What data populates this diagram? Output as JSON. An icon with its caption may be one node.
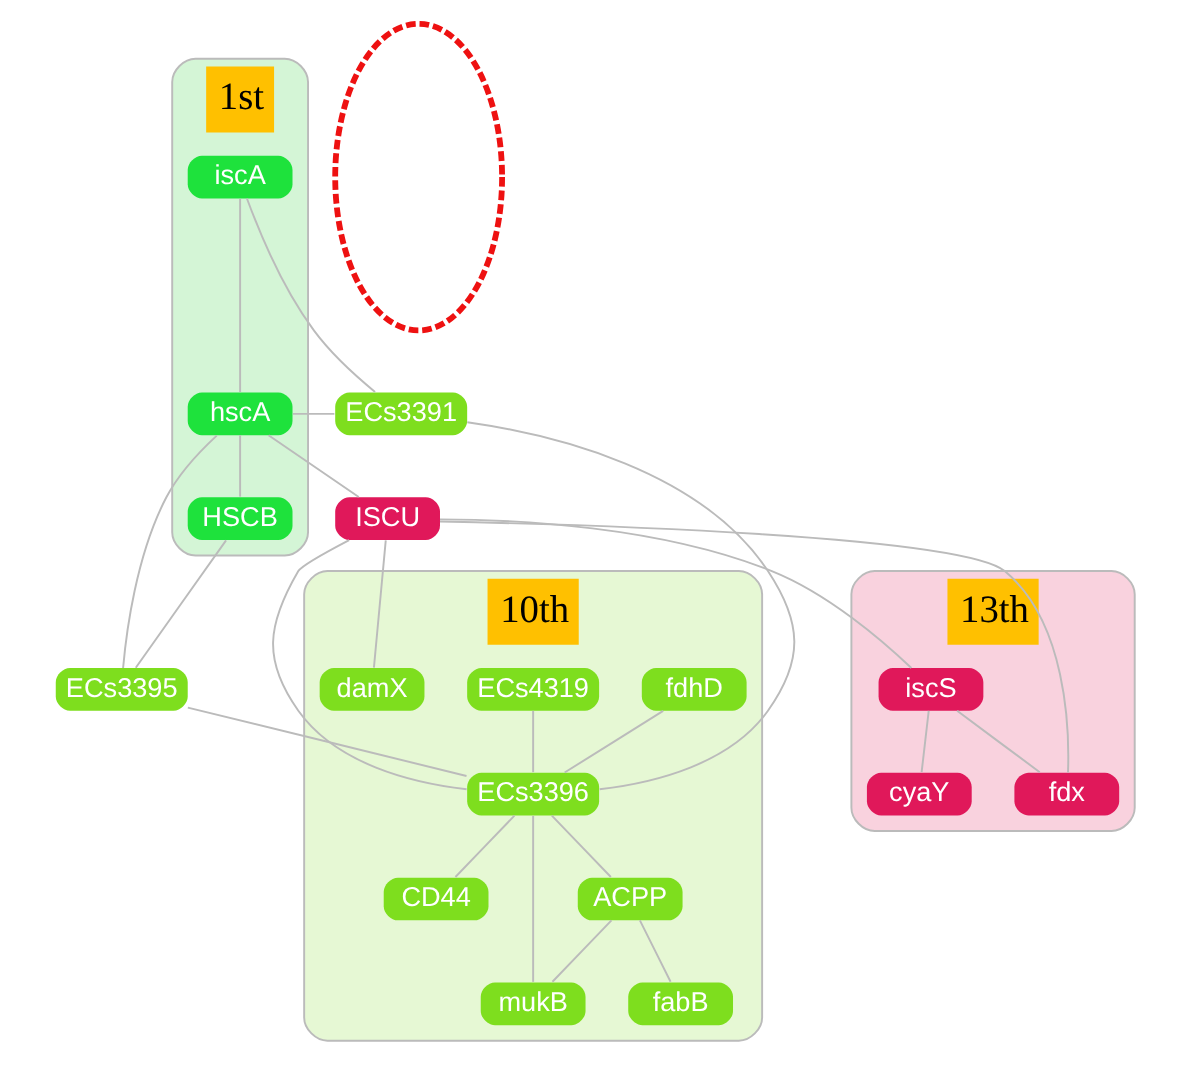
{
  "diagram": {
    "nodes": [
      {
        "text": [
          "1st"
        ]
      },
      {
        "text": [
          "iscA"
        ],
        "in": 0
      },
      {
        "text": [],
        "shape": "ellipse"
      },
      {
        "text": [
          "ECs3391"
        ]
      },
      {
        "text": [
          "hscA"
        ],
        "in": 0
      },
      {
        "text": [
          "HSCB"
        ],
        "in": 0
      },
      {
        "text": [
          "10th"
        ]
      },
      {
        "text": [
          "fdhD"
        ],
        "in": 6
      },
      {
        "text": [
          "ECs4319"
        ],
        "in": 6
      },
      {
        "text": [
          "ECs3395"
        ]
      },
      {
        "text": [
          "ECs3396"
        ],
        "in": 6
      },
      {
        "text": [
          "13th"
        ]
      },
      {
        "text": [
          "ISCU"
        ]
      },
      {
        "text": [
          "iscS"
        ],
        "in": 11
      },
      {
        "text": [
          "cyaY"
        ],
        "in": 11
      },
      {
        "text": [
          "CD44"
        ],
        "in": 6
      },
      {
        "text": [
          "fdx"
        ],
        "in": 11
      },
      {
        "text": [
          "mukB"
        ],
        "in": 6
      },
      {
        "text": [
          "ACPP"
        ],
        "in": 6
      },
      {
        "text": [
          "damX"
        ],
        "in": 6
      },
      {
        "text": [
          "fabB"
        ],
        "in": 6
      }
    ],
    "edges": [
      {
        "from": 1,
        "to": 3,
        "arrow": "none"
      },
      {
        "from": 1,
        "to": 4,
        "arrow": "none"
      },
      {
        "from": 3,
        "to": 4,
        "arrow": "none"
      },
      {
        "from": 3,
        "to": 10,
        "arrow": "none"
      },
      {
        "from": 4,
        "to": 5,
        "arrow": "none"
      },
      {
        "from": 4,
        "to": 9,
        "arrow": "none"
      },
      {
        "from": 4,
        "to": 12,
        "arrow": "none"
      },
      {
        "from": 5,
        "to": 9,
        "arrow": "none"
      },
      {
        "from": 9,
        "to": 10,
        "arrow": "none"
      },
      {
        "from": 7,
        "to": 10,
        "arrow": "none"
      },
      {
        "from": 8,
        "to": 10,
        "arrow": "none"
      },
      {
        "from": 10,
        "to": 12,
        "arrow": "none"
      },
      {
        "from": 10,
        "to": 15,
        "arrow": "none"
      },
      {
        "from": 10,
        "to": 17,
        "arrow": "none"
      },
      {
        "from": 10,
        "to": 18,
        "arrow": "none"
      },
      {
        "from": 18,
        "to": 17,
        "arrow": "none"
      },
      {
        "from": 18,
        "to": 20,
        "arrow": "none"
      },
      {
        "from": 12,
        "to": 19,
        "arrow": "none"
      },
      {
        "from": 12,
        "to": 13,
        "arrow": "none"
      },
      {
        "from": 12,
        "to": 16,
        "arrow": "none"
      },
      {
        "from": 13,
        "to": 16,
        "arrow": "none"
      },
      {
        "from": 13,
        "to": 14,
        "arrow": "none"
      }
    ]
  }
}
